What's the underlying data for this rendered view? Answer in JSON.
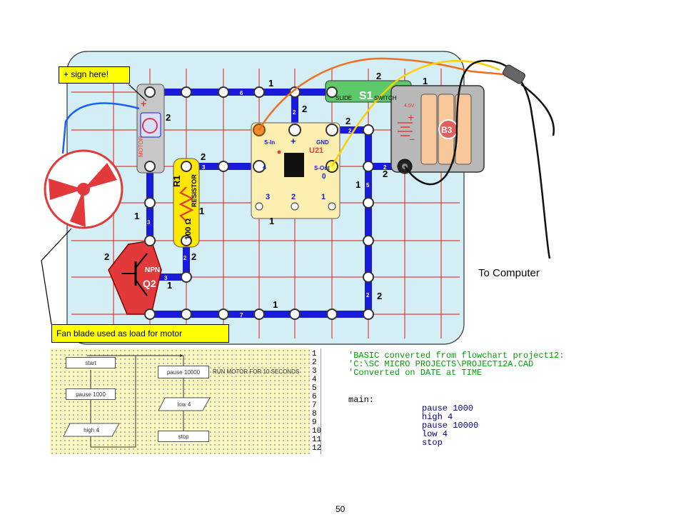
{
  "callouts": {
    "plus_sign": "+ sign here!",
    "fan_blade": "Fan blade used as load for motor"
  },
  "to_computer": "To Computer",
  "components": {
    "motor": "MOTOR",
    "motor_plus": "+",
    "resistor_id": "R1",
    "resistor_name": "RESISTOR",
    "resistor_value": "100 Ω",
    "switch_id": "S1",
    "switch_name": "SLIDE",
    "switch_name2": "SWITCH",
    "battery_id": "B3",
    "battery_plus": "+",
    "battery_minus": "−",
    "battery_volt": "4.5V",
    "chip_id": "U21",
    "chip_sin": "S-In",
    "chip_plus": "+",
    "chip_gnd": "GND",
    "chip_sout": "S-Out",
    "chip_0": "0",
    "chip_4": "4",
    "chip_3": "3",
    "chip_2": "2",
    "chip_1": "1",
    "npn_type": "NPN",
    "npn_id": "Q2"
  },
  "level_labels": {
    "l1": "1",
    "l2": "2",
    "l3": "1",
    "l4": "2",
    "l5": "2",
    "l6": "2",
    "l7": "2",
    "l8": "2",
    "l9": "1",
    "l10": "1",
    "l11": "1",
    "l12": "1",
    "l13": "2",
    "l14": "2",
    "l15": "1",
    "l16": "1",
    "l17": "2"
  },
  "wire_numbers": {
    "w6": "6",
    "w7": "7",
    "w3a": "3",
    "w3b": "3",
    "w2a": "2",
    "w2b": "2",
    "w2c": "2",
    "w2d": "2",
    "w2e": "2",
    "w5": "5",
    "w3c": "3"
  },
  "flowchart": {
    "start": "start",
    "pause1": "pause 1000",
    "high": "high 4",
    "pause2": "pause 10000",
    "note": "RUN MOTOR FOR 10 SECONDS",
    "low": "low 4",
    "stop": "stop"
  },
  "code": {
    "line_numbers": [
      "1",
      "2",
      "3",
      "4",
      "5",
      "6",
      "7",
      "8",
      "9",
      "10",
      "11",
      "12"
    ],
    "l1": "'BASIC converted from flowchart project12:",
    "l2": "'C:\\SC MICRO PROJECTS\\PROJECT12A.CAD",
    "l3": "'Converted on DATE at TIME",
    "l6": "main:",
    "l7": "pause 1000",
    "l8": "high 4",
    "l9": "pause 10000",
    "l10": "low 4",
    "l11": "stop"
  },
  "page_number": "50"
}
